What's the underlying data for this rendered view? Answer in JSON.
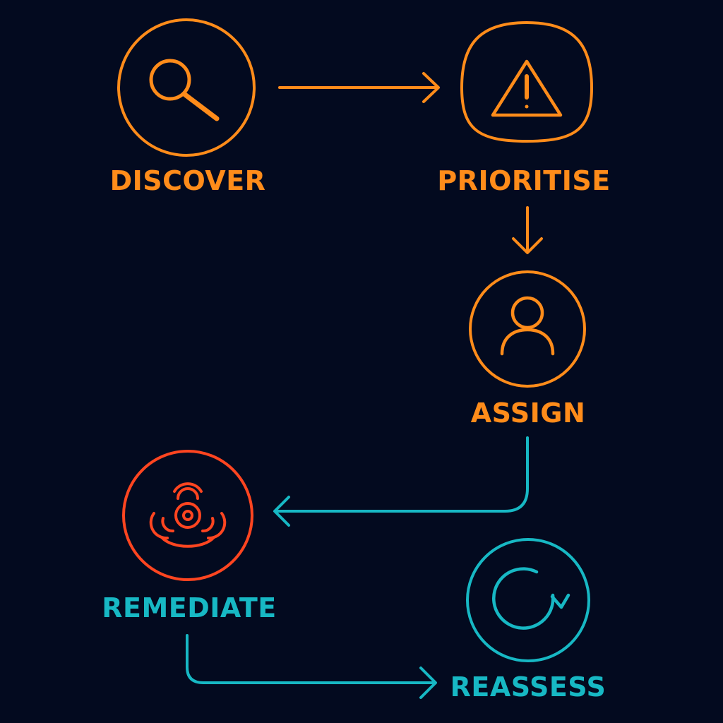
{
  "colors": {
    "background": "#030a1f",
    "orange": "#ff8c1a",
    "red": "#ff4520",
    "teal": "#17b8c4"
  },
  "steps": [
    {
      "label": "DISCOVER",
      "icon": "magnifying-glass-icon",
      "color": "#ff8c1a"
    },
    {
      "label": "PRIORITISE",
      "icon": "warning-triangle-icon",
      "color": "#ff8c1a"
    },
    {
      "label": "ASSIGN",
      "icon": "user-icon",
      "color": "#ff8c1a"
    },
    {
      "label": "REMEDIATE",
      "icon": "biohazard-icon",
      "color": "#ff4520",
      "label_color": "#17b8c4"
    },
    {
      "label": "REASSESS",
      "icon": "refresh-icon",
      "color": "#17b8c4"
    }
  ],
  "connections": [
    {
      "from": "DISCOVER",
      "to": "PRIORITISE",
      "color": "#ff8c1a"
    },
    {
      "from": "PRIORITISE",
      "to": "ASSIGN",
      "color": "#ff8c1a"
    },
    {
      "from": "ASSIGN",
      "to": "REMEDIATE",
      "color": "#17b8c4"
    },
    {
      "from": "REMEDIATE",
      "to": "REASSESS",
      "color": "#17b8c4"
    }
  ]
}
